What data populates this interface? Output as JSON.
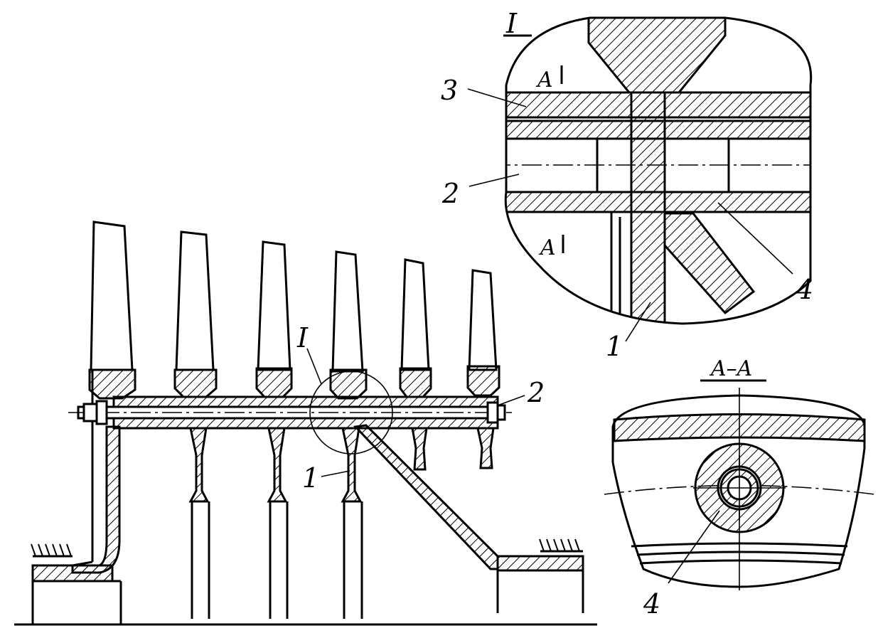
{
  "labels": {
    "detail_mark": "I",
    "detail_title": "I",
    "section_title": "A–A",
    "section_mark_top": "A",
    "section_mark_bottom": "A",
    "callout_1_main": "1",
    "callout_2_main": "2",
    "callout_1_detail": "1",
    "callout_2_detail": "2",
    "callout_3_detail": "3",
    "callout_4_detail": "4",
    "callout_4_section": "4"
  }
}
